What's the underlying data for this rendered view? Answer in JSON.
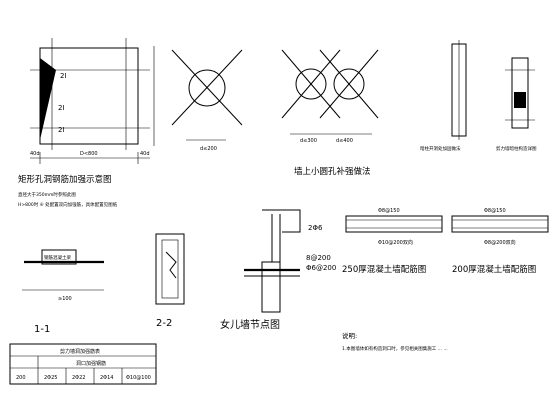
{
  "titles": {
    "rect_opening": "矩形孔洞钢筋加强示意图",
    "wall_small_hole": "墙上小圆孔补强做法",
    "parapet": "女儿墙节点图",
    "wall_250": "250厚混凝土墙配筋图",
    "wall_200": "200厚混凝土墙配筋图",
    "section_1": "1-1",
    "section_2": "2-2",
    "shear_wall_opening": "剪力墙洞加强筋表",
    "shear_wall_corner": "剪力墙暗柱构造详图",
    "wall_opening_detail": "暗柱开洞处加固做法"
  },
  "notes": {
    "rect_note_1": "直径大于350mm时参照此图",
    "rect_note_2": "H>800时  ⑥ 处配置双向加强筋，具体配置见图纸",
    "heading": "说明:",
    "line_1": "1.本图墙体如有构造洞口时，参见相关图集施工 ... ..."
  },
  "labels": {
    "bar_2phi6": "2Φ6",
    "bar_8_200": "8@200",
    "bar_6_200": "Φ6@200",
    "d_200": "d≤200",
    "d_300": "d≤300",
    "d_400": "d≤400",
    "dim_40d_left": "40d",
    "dim_d": "D<800",
    "dim_40d_right": "40d",
    "r2_a": "2Ⅰ",
    "r2_b": "2Ⅰ",
    "r2_c": "2Ⅰ",
    "wall250_top": "Φ8@150",
    "wall250_bottom": "Φ10@200双向",
    "wall200_top": "Φ8@150",
    "wall200_bottom": "Φ8@200双向",
    "sec1_dim": "≥100",
    "sec1_box": "钢筋混凝土梁"
  },
  "table": {
    "header": "剪力墙洞加强筋表",
    "subheader": "洞口加强钢筋",
    "rows": [
      [
        "200",
        "2Φ25",
        "2Φ22",
        "2Φ14",
        "Φ10@100"
      ]
    ]
  }
}
